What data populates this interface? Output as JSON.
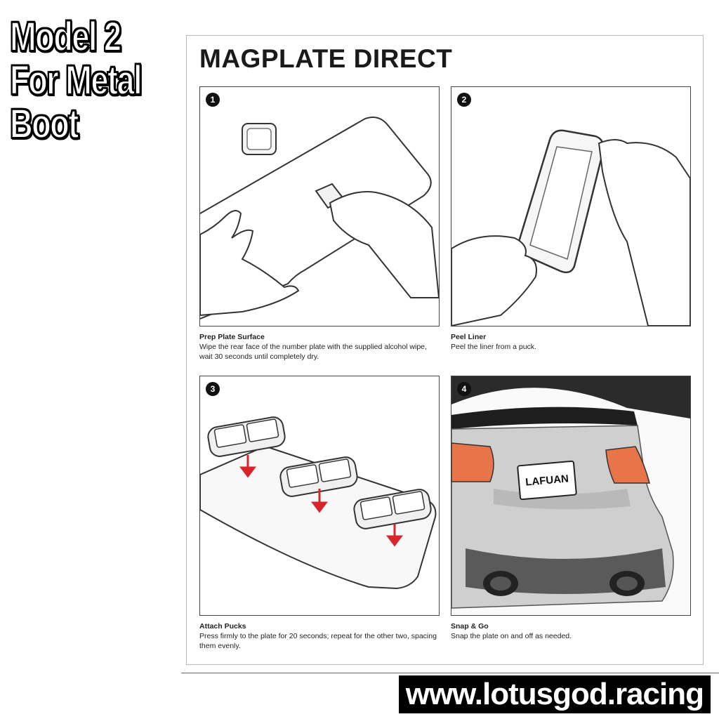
{
  "overlay": {
    "line1": "Model 2",
    "line2": "For Metal",
    "line3": "Boot"
  },
  "sheet": {
    "heading": "MAGPLATE DIRECT",
    "steps": [
      {
        "number": "1",
        "title": "Prep Plate Surface",
        "text": "Wipe the rear face of the number plate with the supplied alcohol wipe, wait 30 seconds until completely dry."
      },
      {
        "number": "2",
        "title": "Peel Liner",
        "text": "Peel the liner from a puck."
      },
      {
        "number": "3",
        "title": "Attach Pucks",
        "text": "Press firmly to the plate for 20 seconds; repeat for the other two, spacing them evenly."
      },
      {
        "number": "4",
        "title": "Snap & Go",
        "text": "Snap the plate on and off as needed."
      }
    ],
    "plate_text": "LAFUAN"
  },
  "footer": {
    "url": "www.lotusgod.racing"
  },
  "colors": {
    "arrow_red": "#d6262b",
    "taillight_orange": "#e8744a"
  }
}
